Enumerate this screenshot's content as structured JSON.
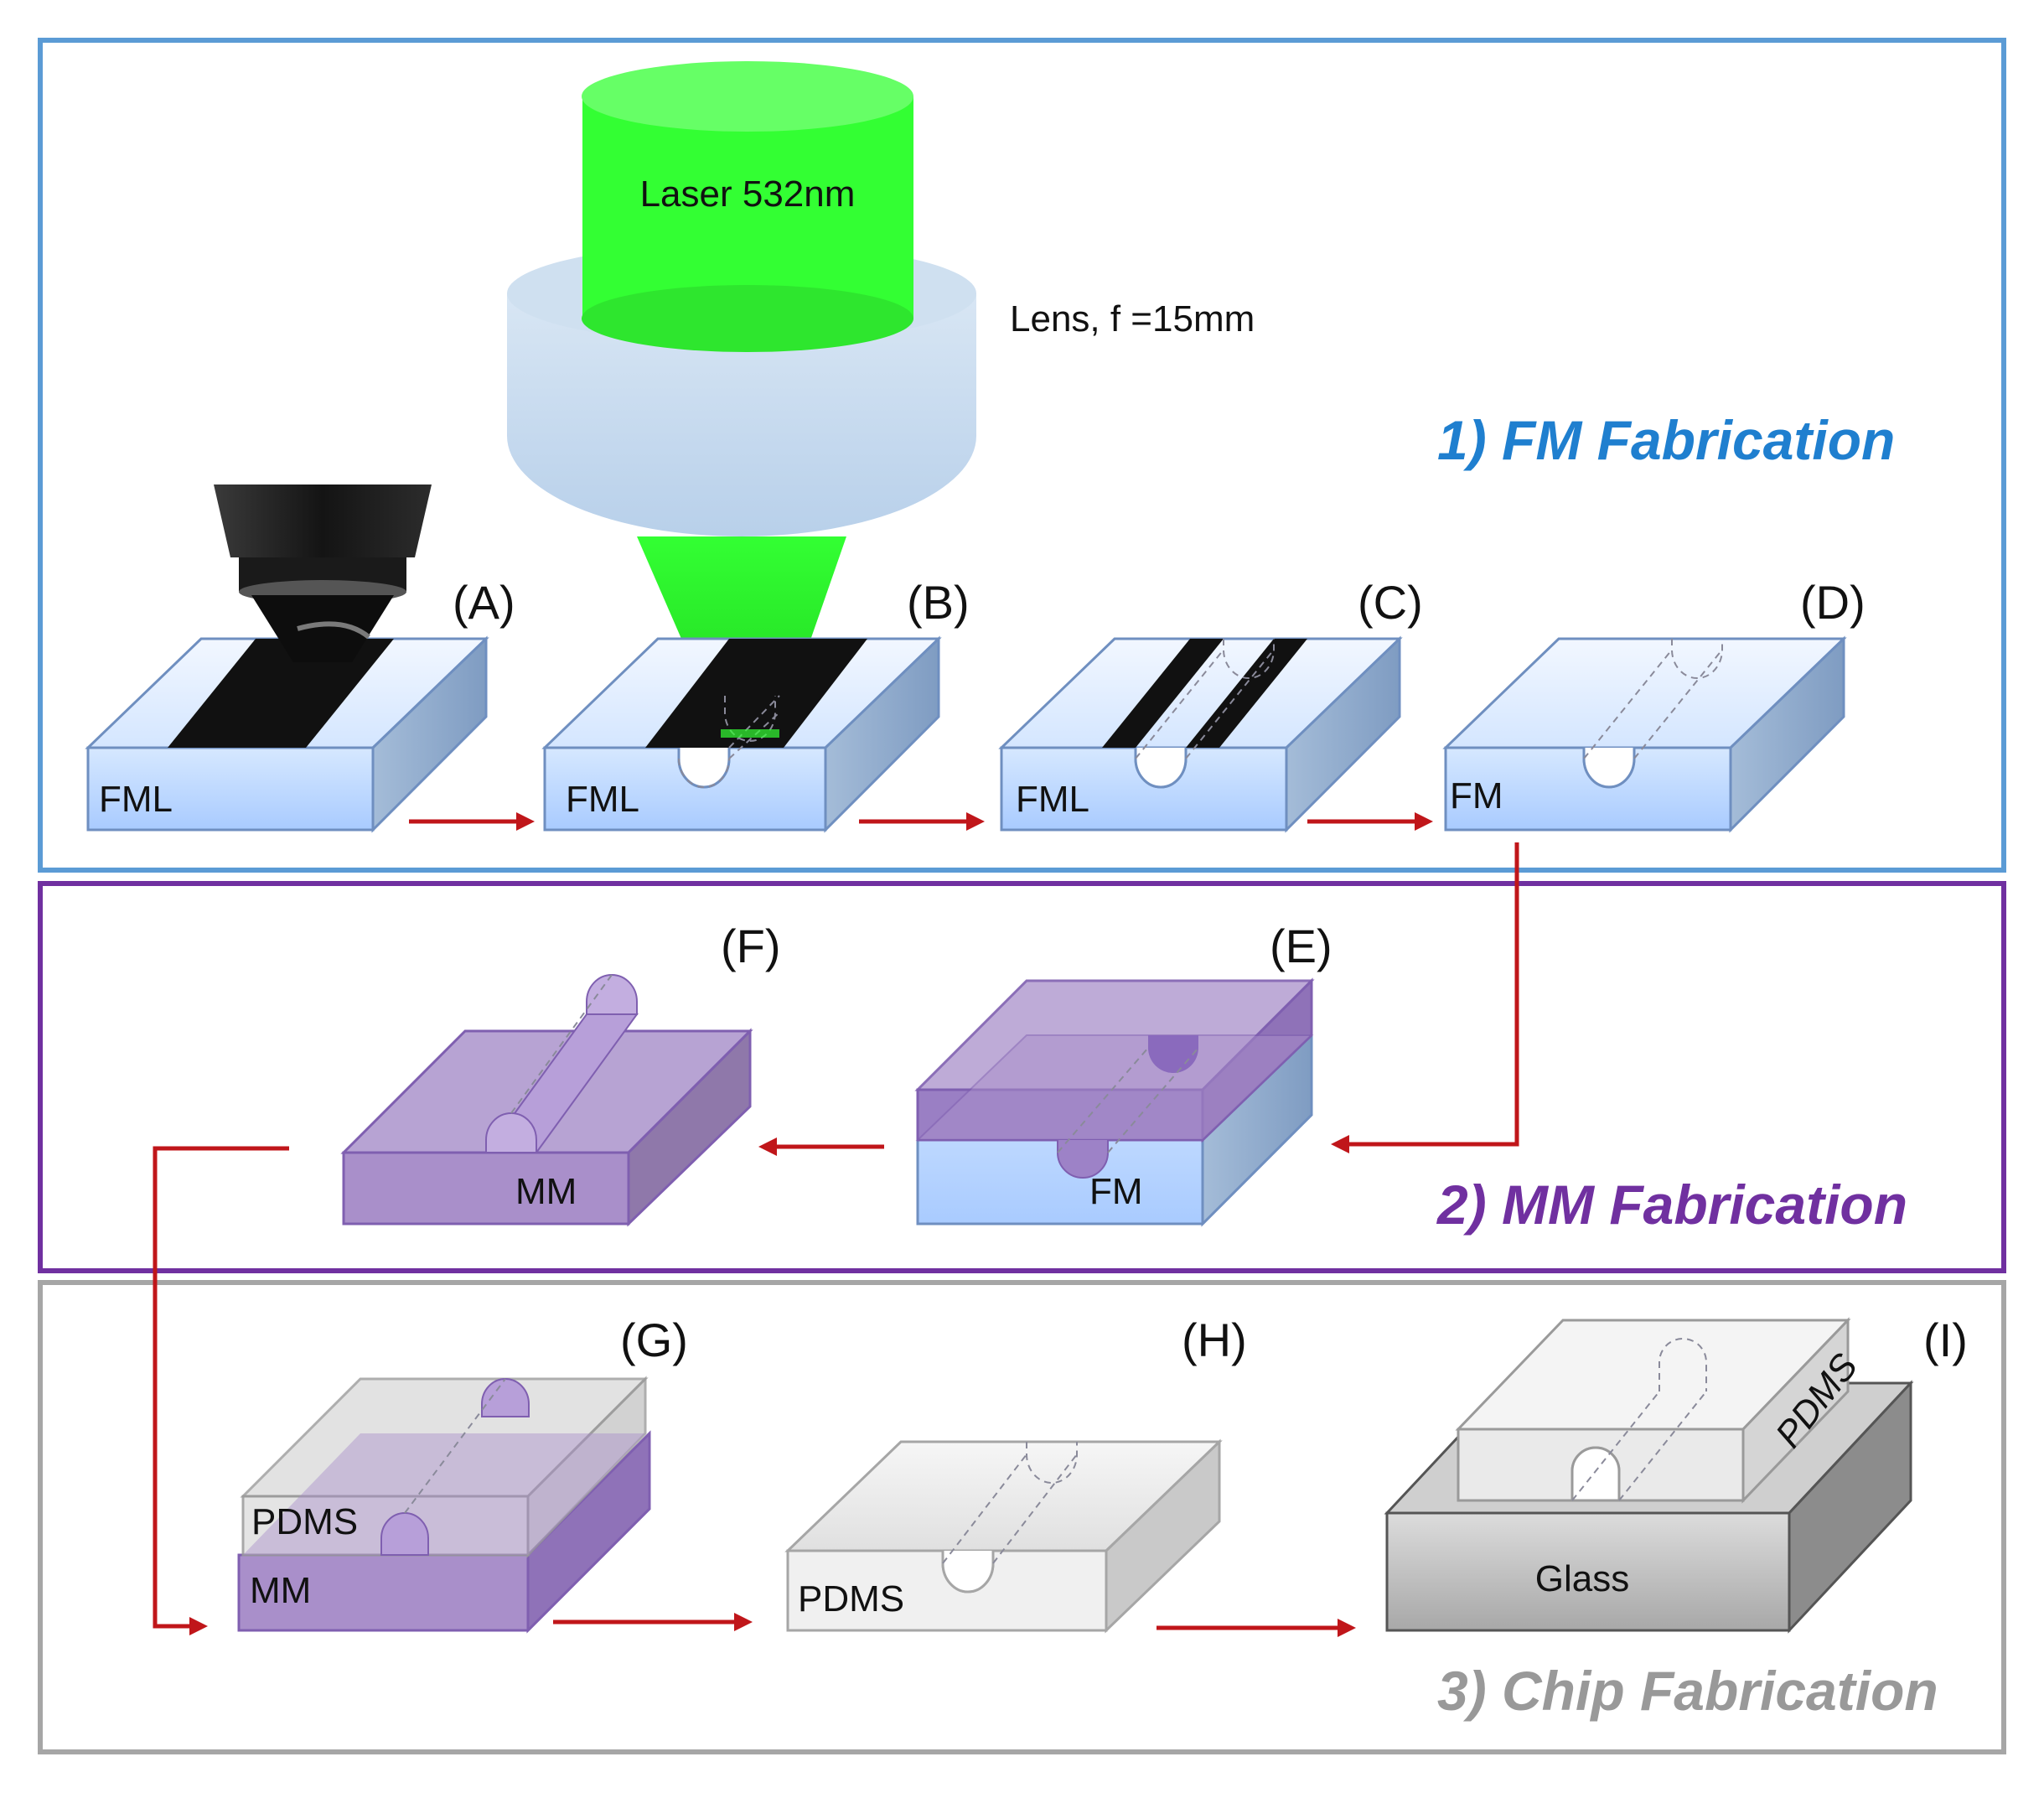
{
  "sections": {
    "fm": {
      "title": "1)  FM Fabrication",
      "color": "#1f7fcf",
      "border": "#5b9bd5"
    },
    "mm": {
      "title": "2)  MM Fabrication",
      "color": "#7030a0",
      "border": "#7030a0"
    },
    "chip": {
      "title": "3)  Chip Fabrication",
      "color": "#999999",
      "border": "#a6a6a6"
    }
  },
  "laser": {
    "label": "Laser 532nm",
    "color": "#33ff33"
  },
  "lens": {
    "label": "Lens,  f =15mm",
    "color": "#bdd7ee"
  },
  "steps": {
    "a": {
      "tag": "(A)",
      "label": "FML"
    },
    "b": {
      "tag": "(B)",
      "label": "FML"
    },
    "c": {
      "tag": "(C)",
      "label": "FML"
    },
    "d": {
      "tag": "(D)",
      "label": "FM"
    },
    "e": {
      "tag": "(E)",
      "label": "FM"
    },
    "f": {
      "tag": "(F)",
      "label": "MM"
    },
    "g": {
      "tag": "(G)",
      "label_top": "PDMS",
      "label_bottom": "MM"
    },
    "h": {
      "tag": "(H)",
      "label": "PDMS"
    },
    "i": {
      "tag": "(I)",
      "label_top": "PDMS",
      "label_bottom": "Glass"
    }
  },
  "colors": {
    "arrow": "#c0161a",
    "fm_block": "#bdd7ff",
    "mm_block": "#a98fca",
    "pdms_block": "#ececec",
    "glass_block": "#bdbdbd"
  }
}
